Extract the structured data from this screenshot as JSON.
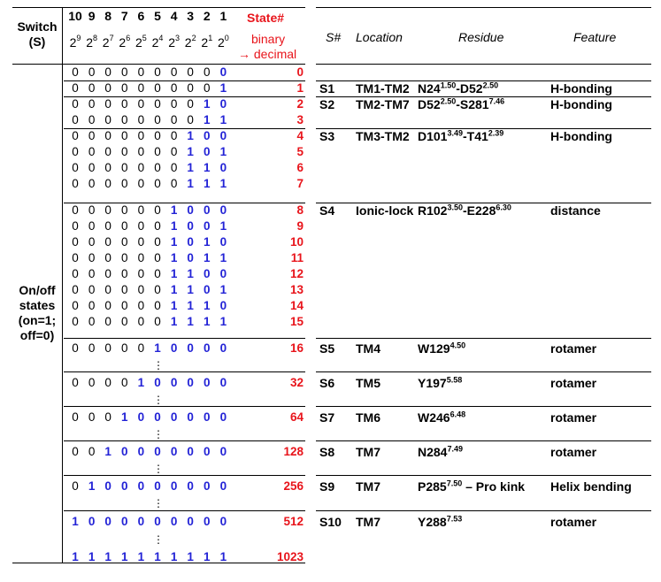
{
  "header": {
    "switch_label_line1": "Switch",
    "switch_label_line2": "(S)",
    "switch_numbers": [
      "10",
      "9",
      "8",
      "7",
      "6",
      "5",
      "4",
      "3",
      "2",
      "1"
    ],
    "powers": [
      "9",
      "8",
      "7",
      "6",
      "5",
      "4",
      "3",
      "2",
      "1",
      "0"
    ],
    "power_base": "2",
    "state_label": "State#",
    "binary_label": "binary",
    "decimal_label": "→ decimal"
  },
  "onoff_label": [
    "On/off",
    "states",
    "(on=1;",
    "off=0)"
  ],
  "states": [
    {
      "bits": "0000000000",
      "hi": 1,
      "decimal": "0"
    },
    {
      "bits": "0000000001",
      "hi": 1,
      "decimal": "1"
    },
    {
      "bits": "0000000010",
      "hi": 2,
      "decimal": "2"
    },
    {
      "bits": "0000000011",
      "hi": 2,
      "decimal": "3"
    },
    {
      "bits": "0000000100",
      "hi": 3,
      "decimal": "4"
    },
    {
      "bits": "0000000101",
      "hi": 3,
      "decimal": "5"
    },
    {
      "bits": "0000000110",
      "hi": 3,
      "decimal": "6"
    },
    {
      "bits": "0000000111",
      "hi": 3,
      "decimal": "7"
    },
    {
      "bits": "0000001000",
      "hi": 4,
      "decimal": "8"
    },
    {
      "bits": "0000001001",
      "hi": 4,
      "decimal": "9"
    },
    {
      "bits": "0000001010",
      "hi": 4,
      "decimal": "10"
    },
    {
      "bits": "0000001011",
      "hi": 4,
      "decimal": "11"
    },
    {
      "bits": "0000001100",
      "hi": 4,
      "decimal": "12"
    },
    {
      "bits": "0000001101",
      "hi": 4,
      "decimal": "13"
    },
    {
      "bits": "0000001110",
      "hi": 4,
      "decimal": "14"
    },
    {
      "bits": "0000001111",
      "hi": 4,
      "decimal": "15"
    },
    {
      "bits": "0000010000",
      "hi": 5,
      "decimal": "16"
    },
    {
      "bits": "0000100000",
      "hi": 6,
      "decimal": "32"
    },
    {
      "bits": "0001000000",
      "hi": 7,
      "decimal": "64"
    },
    {
      "bits": "0010000000",
      "hi": 8,
      "decimal": "128"
    },
    {
      "bits": "0100000000",
      "hi": 9,
      "decimal": "256"
    },
    {
      "bits": "1000000000",
      "hi": 10,
      "decimal": "512"
    },
    {
      "bits": "1111111111",
      "hi": 10,
      "decimal": "1023"
    }
  ],
  "ellipsis": "⋮",
  "right_header": {
    "col_s": "S#",
    "col_location": "Location",
    "col_residue": "Residue",
    "col_feature": "Feature"
  },
  "switches": [
    {
      "s": "S1",
      "location": "TM1-TM2",
      "res_a": "N24",
      "sup_a": "1.50",
      "sep": "-",
      "res_b": "D52",
      "sup_b": "2.50",
      "feature": "H-bonding"
    },
    {
      "s": "S2",
      "location": "TM2-TM7",
      "res_a": "D52",
      "sup_a": "2.50",
      "sep": "-",
      "res_b": "S281",
      "sup_b": "7.46",
      "feature": "H-bonding"
    },
    {
      "s": "S3",
      "location": "TM3-TM2",
      "res_a": "D101",
      "sup_a": "3.49",
      "sep": "-",
      "res_b": "T41",
      "sup_b": "2.39",
      "feature": "H-bonding"
    },
    {
      "s": "S4",
      "location": "Ionic-lock",
      "res_a": "R102",
      "sup_a": "3.50",
      "sep": "-",
      "res_b": "E228",
      "sup_b": "6.30",
      "feature": "distance"
    },
    {
      "s": "S5",
      "location": "TM4",
      "res_a": "W129",
      "sup_a": "4.50",
      "sep": "",
      "res_b": "",
      "sup_b": "",
      "feature": "rotamer"
    },
    {
      "s": "S6",
      "location": "TM5",
      "res_a": "Y197",
      "sup_a": "5.58",
      "sep": "",
      "res_b": "",
      "sup_b": "",
      "feature": "rotamer"
    },
    {
      "s": "S7",
      "location": "TM6",
      "res_a": "W246",
      "sup_a": "6.48",
      "sep": "",
      "res_b": "",
      "sup_b": "",
      "feature": "rotamer"
    },
    {
      "s": "S8",
      "location": "TM7",
      "res_a": "N284",
      "sup_a": "7.49",
      "sep": "",
      "res_b": "",
      "sup_b": "",
      "feature": "rotamer"
    },
    {
      "s": "S9",
      "location": "TM7",
      "res_a": "P285",
      "sup_a": "7.50",
      "sep": " – Pro kink",
      "res_b": "",
      "sup_b": "",
      "feature": "Helix bending"
    },
    {
      "s": "S10",
      "location": "TM7",
      "res_a": "Y288",
      "sup_a": "7.53",
      "sep": "",
      "res_b": "",
      "sup_b": "",
      "feature": "rotamer"
    }
  ],
  "colors": {
    "on_bit": "#2323d6",
    "decimal": "#e8141b",
    "rule": "#000000"
  }
}
